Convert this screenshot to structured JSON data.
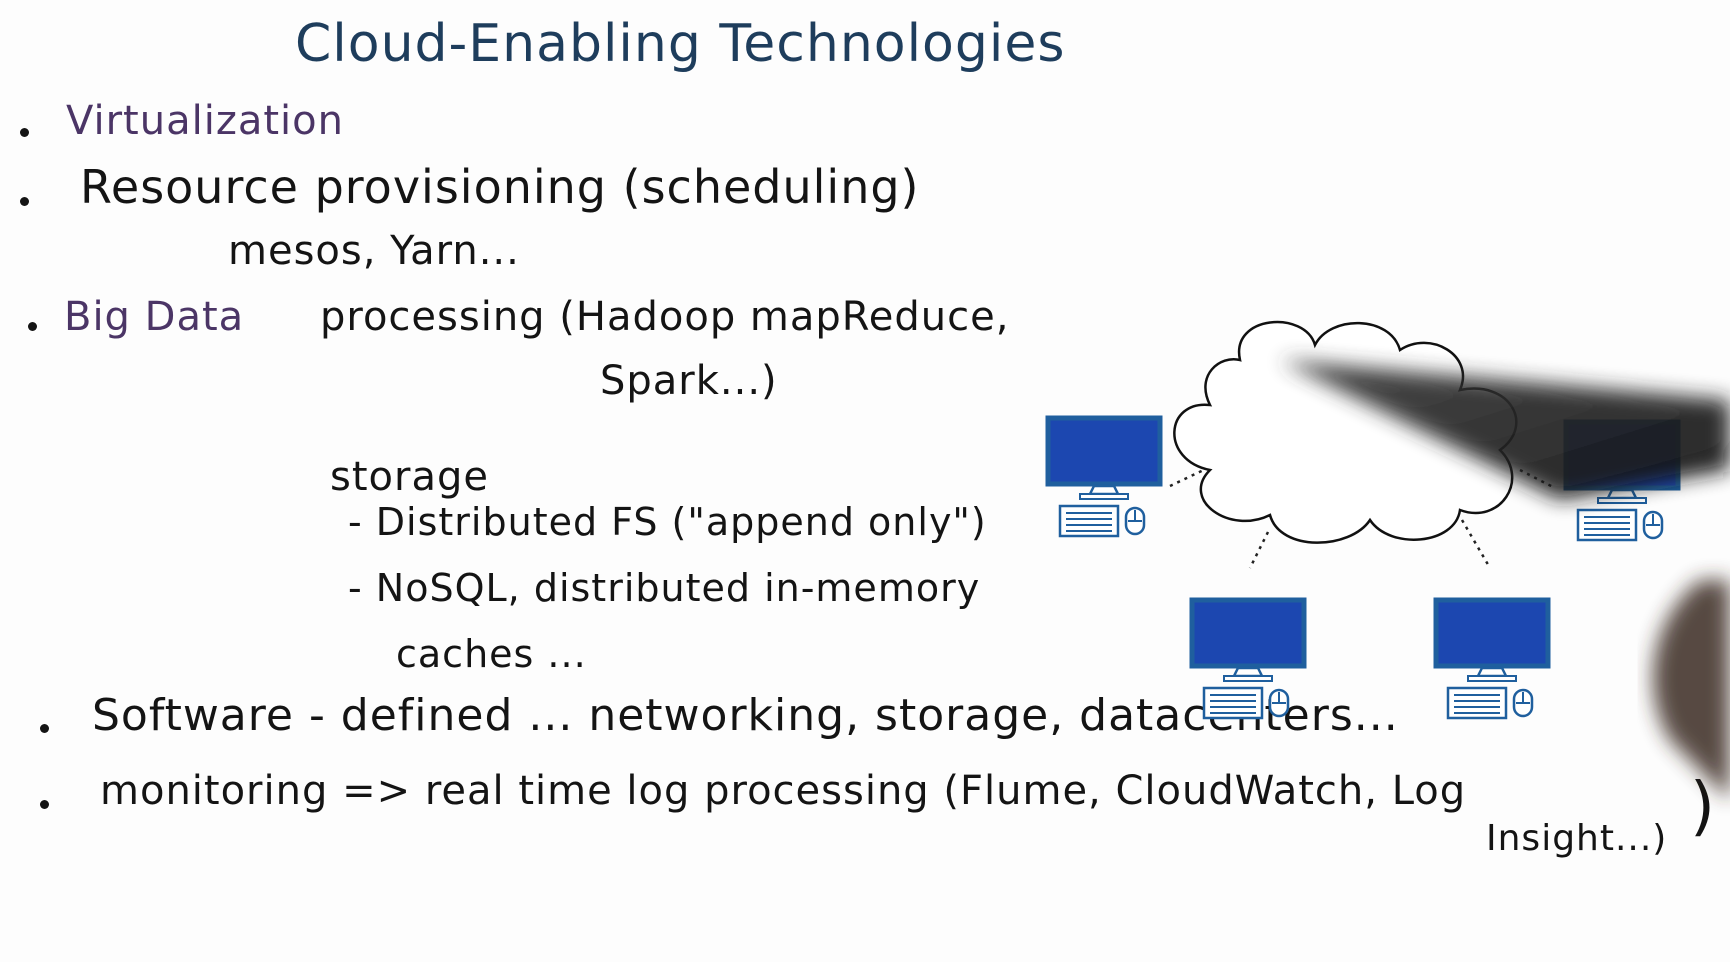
{
  "title": "Cloud-Enabling Technologies",
  "items": [
    {
      "label": "Virtualization"
    },
    {
      "label": "Resource provisioning (scheduling)",
      "detail": "mesos, Yarn..."
    },
    {
      "label_highlight": "Big Data",
      "label": "processing (Hadoop mapReduce,",
      "detail": "Spark...)"
    },
    {
      "label": "Software - defined ... networking, storage, datacenters..."
    },
    {
      "label": "monitoring => real time log processing (Flume, CloudWatch, Log",
      "detail": "Insight...)"
    }
  ],
  "storage": {
    "heading": "storage",
    "lines": [
      "- Distributed FS (\"append only\")",
      "- NoSQL, distributed in-memory",
      "caches ..."
    ]
  },
  "diagram": {
    "elements": [
      "cloud",
      "computer",
      "computer",
      "computer",
      "computer"
    ],
    "colors": {
      "screen": "#1c47b0",
      "outline": "#1f5f9e",
      "cloud_stroke": "#111111"
    }
  },
  "colors": {
    "title": "#1e3d5c",
    "highlight": "#4b3566",
    "ink": "#141414"
  }
}
